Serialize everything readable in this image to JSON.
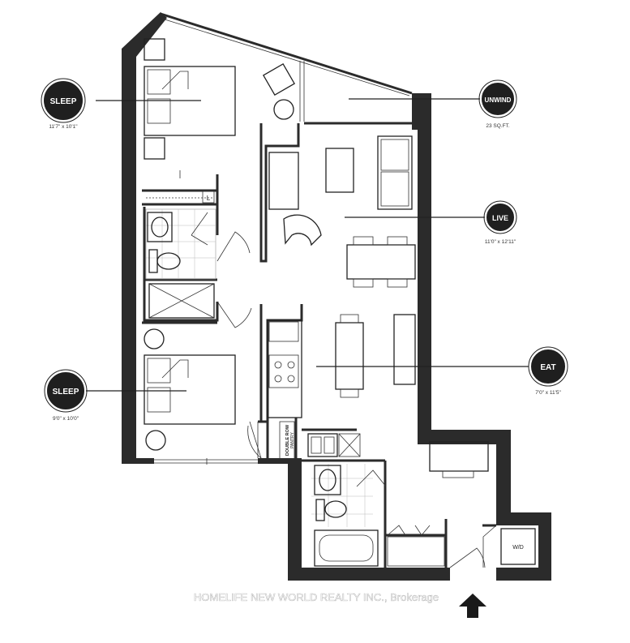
{
  "labels": {
    "sleep_1": {
      "name": "SLEEP",
      "dims": "11'7\" x 10'1\""
    },
    "unwind": {
      "name": "UNWIND",
      "dims": "23 SQ.FT."
    },
    "live": {
      "name": "LIVE",
      "dims": "11'0\" x 12'11\""
    },
    "eat": {
      "name": "EAT",
      "dims": "7'0\" x 11'5\""
    },
    "sleep_2": {
      "name": "SLEEP",
      "dims": "9'0\" x 10'0\""
    }
  },
  "fixtures": {
    "linen_mark": "L",
    "double_row_label_1": "DOUBLE ROW",
    "double_row_label_2": "PANTRY",
    "washer_dryer": "W/D"
  },
  "watermark": "HOMELIFE NEW WORLD REALTY INC., Brokerage",
  "colors": {
    "wall": "#2b2b2b",
    "fixture_fill": "#dddddd",
    "badge_fill": "#1f1f1f"
  },
  "icons": {
    "entry": "entry-arrow-icon"
  }
}
